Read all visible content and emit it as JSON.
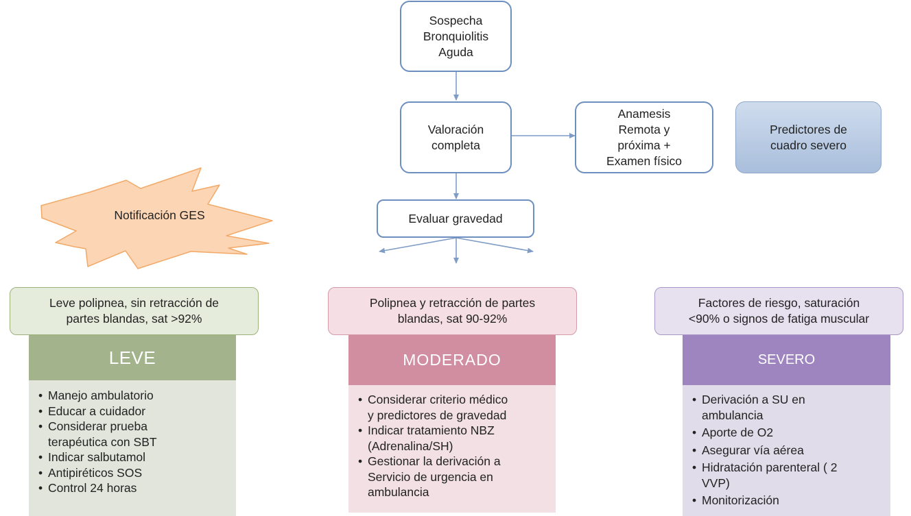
{
  "flow": {
    "suspect": "Sospecha\nBronquiolitis\nAguda",
    "assessment": "Valoración\ncompleta",
    "history": "Anamesis\nRemota y\npróxima +\nExamen físico",
    "predictors": "Predictores de\ncuadro severo",
    "evaluate": "Evaluar gravedad",
    "notification": "Notificación GES"
  },
  "categories": [
    {
      "criteria": "Leve polipnea, sin retracción de\npartes blandas, sat >92%",
      "title": "LEVE",
      "items": [
        "Manejo ambulatorio",
        "Educar a cuidador",
        "Considerar prueba\nterapéutica con SBT",
        "Indicar salbutamol",
        "Antipiréticos SOS",
        "Control 24 horas"
      ]
    },
    {
      "criteria": "Polipnea y retracción de partes\nblandas, sat 90-92%",
      "title": "MODERADO",
      "items": [
        "Considerar criterio médico\ny predictores de gravedad",
        "Indicar tratamiento NBZ\n(Adrenalina/SH)",
        "Gestionar la derivación a\nServicio de urgencia en\nambulancia"
      ]
    },
    {
      "criteria": "Factores de riesgo, saturación\n<90% o signos de fatiga muscular",
      "title": "SEVERO",
      "items": [
        "Derivación a SU en\nambulancia",
        "Aporte de O2",
        "Asegurar vía aérea",
        "Hidratación parenteral ( 2\nVVP)",
        "Monitorización"
      ]
    }
  ],
  "colors": {
    "arrow": "#7f9cc6",
    "leve": {
      "header_bg": "#e6ecdc",
      "header_border": "#9bb27a",
      "band": "#a3b38c",
      "panel": "#e2e5dc"
    },
    "moderado": {
      "header_bg": "#f6dfe4",
      "header_border": "#d49aa8",
      "band": "#d08ea0",
      "panel": "#f2e0e4"
    },
    "severo": {
      "header_bg": "#e6e0ef",
      "header_border": "#a796c6",
      "band": "#9e85c0",
      "panel": "#e1dce9"
    },
    "burst": "#fcd5b4",
    "predictors": "#a9bedc"
  }
}
